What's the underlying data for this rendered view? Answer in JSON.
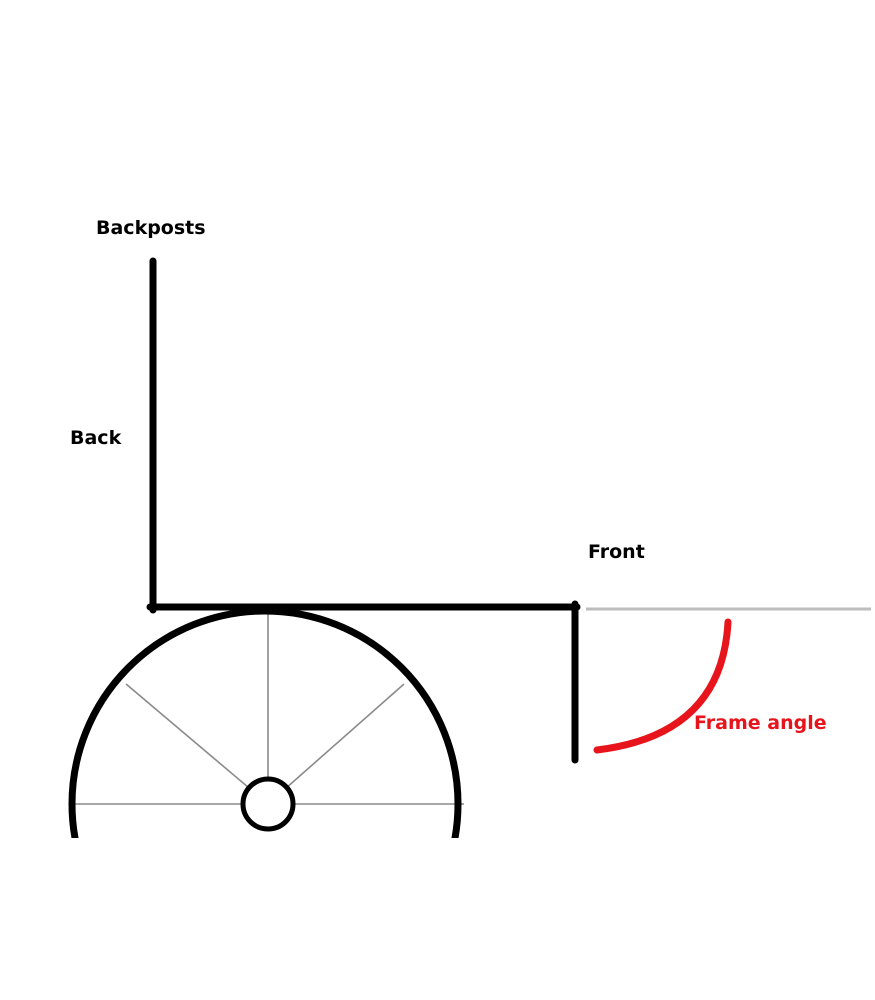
{
  "labels": {
    "backposts": "Backposts",
    "back": "Back",
    "front": "Front",
    "frame_angle": "Frame angle"
  },
  "colors": {
    "frame": "#000000",
    "spokes": "#8a8a8a",
    "reference_line": "#bdbdbd",
    "angle_arc": "#e8141b"
  }
}
